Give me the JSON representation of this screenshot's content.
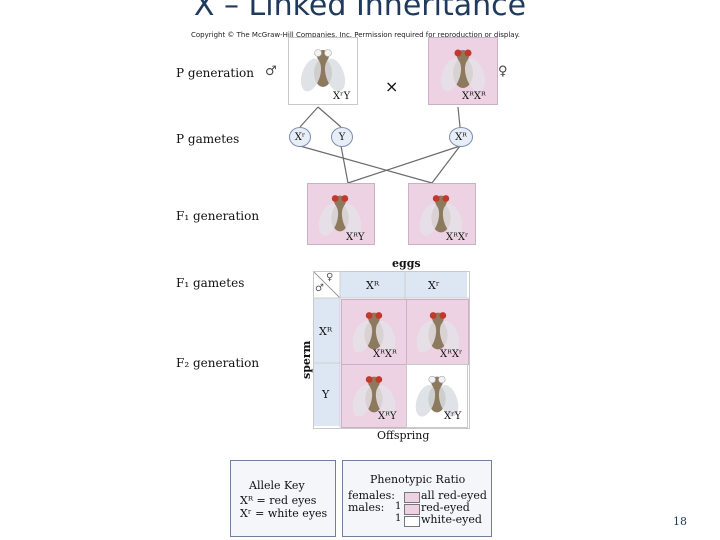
{
  "title": "X – Linked Inheritance",
  "copyright": "Copyright © The McGraw-Hill Companies, Inc. Permission required for reproduction or display.",
  "p_generation": {
    "label": "P generation",
    "male_symbol": "♂",
    "female_symbol": "♀",
    "cross_symbol": "×",
    "male_genotype": "XʳY",
    "female_genotype": "XᴿXᴿ"
  },
  "p_gametes": {
    "label": "P gametes",
    "male": [
      "Xʳ",
      "Y"
    ],
    "female": [
      "Xᴿ"
    ]
  },
  "f1_generation": {
    "label": "F₁ generation",
    "male_genotype": "XᴿY",
    "female_genotype": "XᴿXʳ"
  },
  "f1_gametes": {
    "label": "F₁ gametes",
    "eggs_label": "eggs",
    "sperm_label": "sperm",
    "corner_symbols": {
      "female": "♀",
      "male": "♂"
    },
    "egg_alleles": [
      "Xᴿ",
      "Xʳ"
    ],
    "sperm_alleles": [
      "Xᴿ",
      "Y"
    ]
  },
  "f2_generation": {
    "label": "F₂ generation",
    "cells": [
      "XᴿXᴿ",
      "XᴿXʳ",
      "XᴿY",
      "XʳY"
    ],
    "offspring_label": "Offspring"
  },
  "allele_key": {
    "title": "Allele Key",
    "lines": [
      "Xᴿ = red eyes",
      "Xʳ  = white eyes"
    ]
  },
  "phenotypic_ratio": {
    "title": "Phenotypic Ratio",
    "females_label": "females:",
    "males_label": "males:",
    "rows": [
      {
        "count": "",
        "text": "all red-eyed"
      },
      {
        "count": "1",
        "text": "red-eyed"
      },
      {
        "count": "1",
        "text": "white-eyed"
      }
    ]
  },
  "colors": {
    "title": "#1f3a5c",
    "pink_background": "#ecd2e2",
    "header_blue": "#dde6f3",
    "red_eye": "#c0392b",
    "white_eye": "#f2f2f2"
  },
  "page_number": "18"
}
